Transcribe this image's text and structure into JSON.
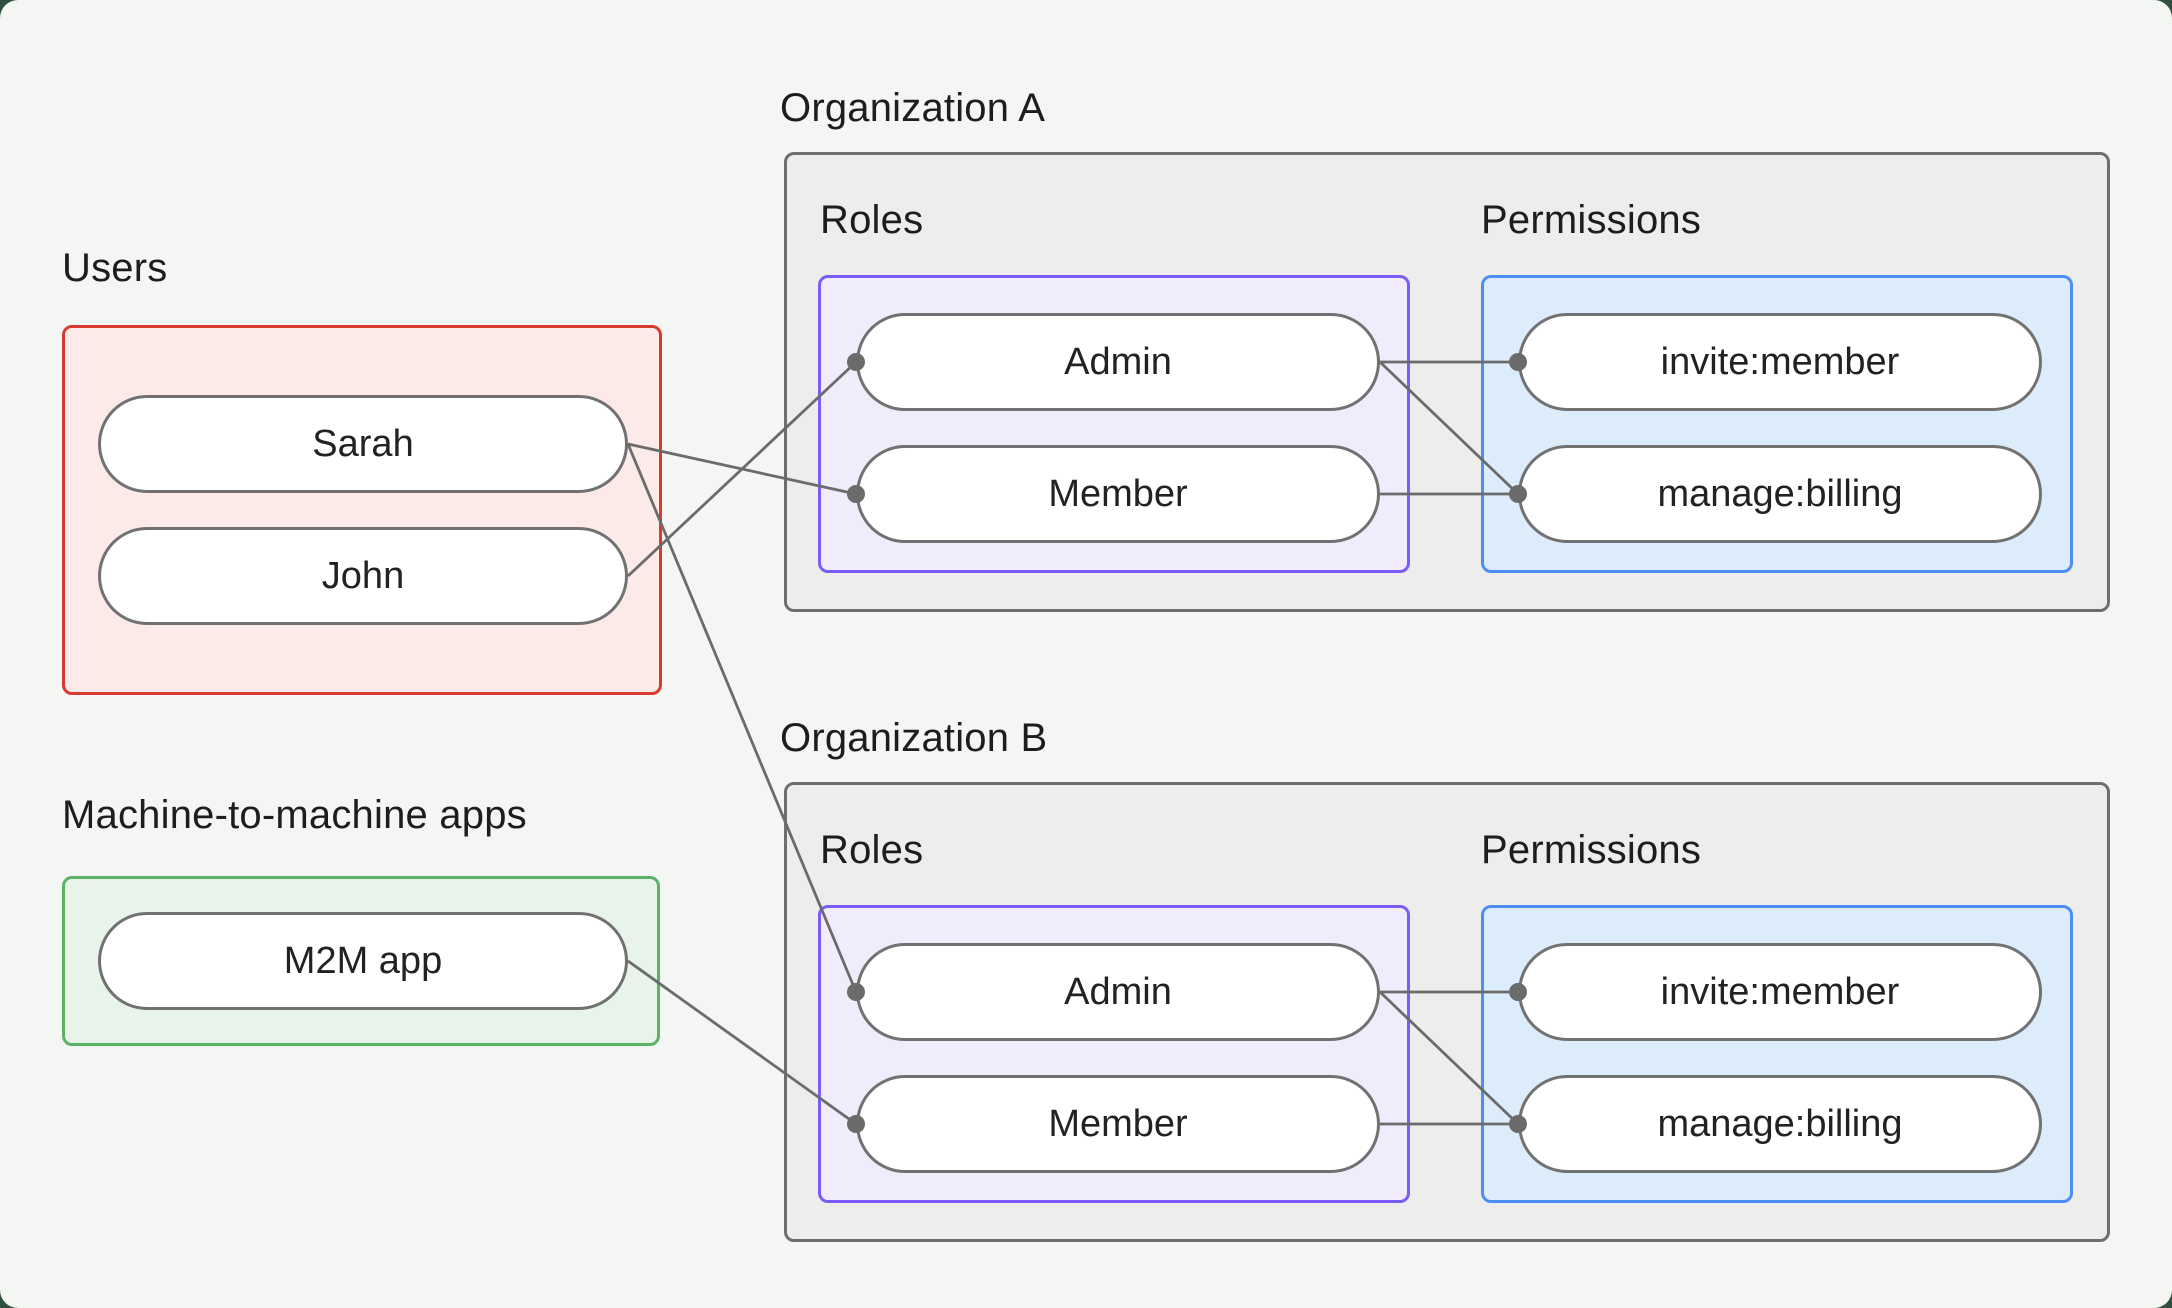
{
  "page": {
    "background": "#30503f",
    "card_background": "#f3f6f2"
  },
  "palette": {
    "line": "#6b6b6b",
    "dot": "#6b6b6b",
    "text": "#1d1d1f",
    "users_border": "#d63a31",
    "users_fill": "#fceae8",
    "m2m_border": "#5bb267",
    "m2m_fill": "#e8f3e9",
    "org_border": "#6e6e6e",
    "org_fill": "#ededec",
    "roles_border": "#7b5cf8",
    "roles_fill": "#f1ecfc",
    "permissions_border": "#4d8ef5",
    "permissions_fill": "#ddecfb",
    "pill_border": "#717171",
    "pill_fill": "#ffffff"
  },
  "users": {
    "title": "Users",
    "items": [
      {
        "label": "Sarah"
      },
      {
        "label": "John"
      }
    ]
  },
  "m2m": {
    "title": "Machine-to-machine apps",
    "items": [
      {
        "label": "M2M app"
      }
    ]
  },
  "organizations": [
    {
      "title": "Organization A",
      "roles": {
        "title": "Roles",
        "items": [
          {
            "label": "Admin"
          },
          {
            "label": "Member"
          }
        ]
      },
      "permissions": {
        "title": "Permissions",
        "items": [
          {
            "label": "invite:member"
          },
          {
            "label": "manage:billing"
          }
        ]
      }
    },
    {
      "title": "Organization B",
      "roles": {
        "title": "Roles",
        "items": [
          {
            "label": "Admin"
          },
          {
            "label": "Member"
          }
        ]
      },
      "permissions": {
        "title": "Permissions",
        "items": [
          {
            "label": "invite:member"
          },
          {
            "label": "manage:billing"
          }
        ]
      }
    }
  ],
  "connections": [
    {
      "from": "users/Sarah",
      "to": "Organization A/roles/Member"
    },
    {
      "from": "users/John",
      "to": "Organization A/roles/Admin"
    },
    {
      "from": "users/Sarah",
      "to": "Organization B/roles/Admin"
    },
    {
      "from": "m2m/M2M app",
      "to": "Organization B/roles/Member"
    },
    {
      "from": "Organization A/roles/Admin",
      "to": "Organization A/permissions/invite:member"
    },
    {
      "from": "Organization A/roles/Admin",
      "to": "Organization A/permissions/manage:billing"
    },
    {
      "from": "Organization A/roles/Member",
      "to": "Organization A/permissions/manage:billing"
    },
    {
      "from": "Organization B/roles/Admin",
      "to": "Organization B/permissions/invite:member"
    },
    {
      "from": "Organization B/roles/Admin",
      "to": "Organization B/permissions/manage:billing"
    },
    {
      "from": "Organization B/roles/Member",
      "to": "Organization B/permissions/manage:billing"
    }
  ]
}
